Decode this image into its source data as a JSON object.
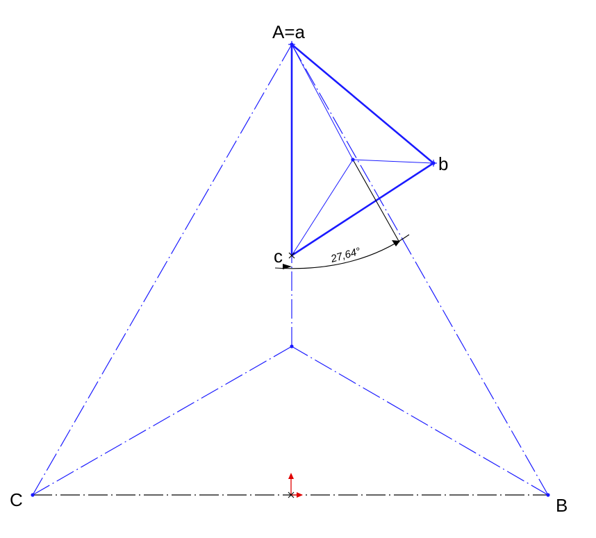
{
  "labels": {
    "A": "A=a",
    "b": "b",
    "c": "c",
    "B": "B",
    "C": "C"
  },
  "dimension": {
    "angle_text": "27,64°"
  },
  "colors": {
    "geometry": "#1a1aff",
    "dimension": "#000000",
    "origin_axis": "#e00000"
  }
}
